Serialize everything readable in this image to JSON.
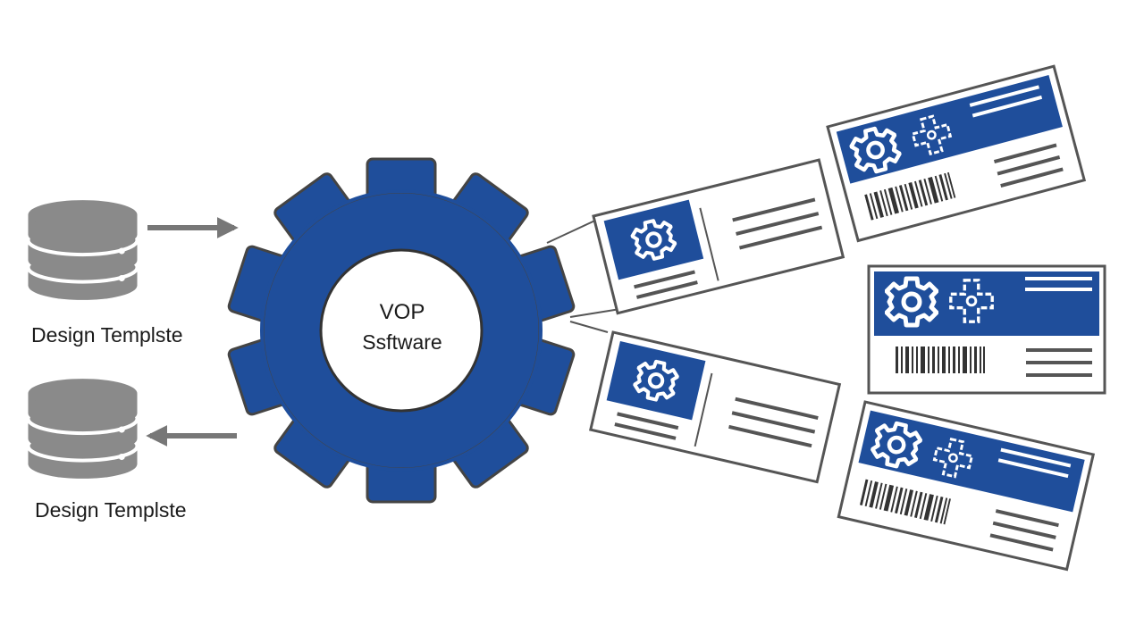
{
  "colors": {
    "primary_blue": "#1f4e9b",
    "outline": "#444444",
    "database_gray": "#8a8a8a",
    "arrow_gray": "#777777",
    "line_gray": "#555555",
    "background": "#ffffff"
  },
  "databases": [
    {
      "label": "Design Templste",
      "icon": "database-icon",
      "arrow": "in"
    },
    {
      "label": "Design Templste",
      "icon": "database-icon",
      "arrow": "out"
    }
  ],
  "center": {
    "icon": "gear-icon",
    "line1": "VOP",
    "line2": "Ssftware"
  },
  "outputs": {
    "count": 5,
    "item_icons": [
      "gear-icon",
      "puzzle-icon",
      "barcode-icon"
    ]
  }
}
